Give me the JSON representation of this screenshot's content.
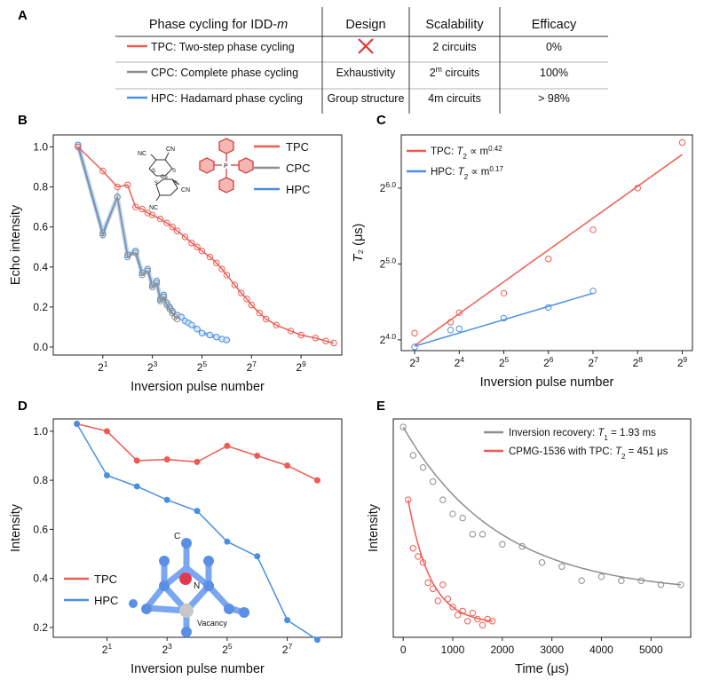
{
  "panel_labels": [
    "A",
    "B",
    "C",
    "D",
    "E"
  ],
  "colors": {
    "TPC": "#ee5b52",
    "CPC": "#8e8e8e",
    "HPC": "#4a90e2",
    "cross": "#e03030",
    "ir": "#8e8e8e"
  },
  "table": {
    "headers": [
      "Phase cycling for IDD-m",
      "Design",
      "Scalability",
      "Efficacy"
    ],
    "rows": [
      {
        "series": "TPC",
        "label": "TPC: Two-step phase cycling",
        "design": "",
        "design_icon": "cross-icon",
        "scalability": "2 circuits",
        "efficacy": "0%"
      },
      {
        "series": "CPC",
        "label": "CPC: Complete phase cycling",
        "design": "Exhaustivity",
        "scalability_base": "2",
        "scalability_sup": "m",
        "scalability_rest": " circuits",
        "efficacy": "100%"
      },
      {
        "series": "HPC",
        "label": "HPC: Hadamard phase cycling",
        "design": "Group structure",
        "scalability": "4m circuits",
        "efficacy": "> 98%"
      }
    ]
  },
  "chart_data": [
    {
      "panel": "B",
      "type": "line",
      "xlabel": "Inversion pulse number",
      "ylabel": "Echo intensity",
      "x_scale": "log2",
      "xlim": [
        0.5,
        1600
      ],
      "ylim": [
        -0.04,
        1.06
      ],
      "x_ticks": [
        2,
        8,
        32,
        128,
        512
      ],
      "x_tick_labels": [
        "2^1",
        "2^3",
        "2^5",
        "2^7",
        "2^9"
      ],
      "y_ticks": [
        0.0,
        0.2,
        0.4,
        0.6,
        0.8,
        1.0
      ],
      "y_tick_labels": [
        "0.0",
        "0.2",
        "0.4",
        "0.6",
        "0.8",
        "1.0"
      ],
      "legend": "top-right",
      "legend_labels": [
        "TPC",
        "CPC",
        "HPC"
      ],
      "series": [
        {
          "name": "TPC",
          "key": "TPC",
          "x": [
            1,
            2,
            3,
            4,
            5,
            6,
            7,
            8,
            10,
            12,
            14,
            16,
            20,
            24,
            28,
            32,
            40,
            48,
            56,
            64,
            80,
            96,
            112,
            128,
            160,
            192,
            256,
            384,
            512,
            768,
            1024,
            1280
          ],
          "y": [
            1.0,
            0.88,
            0.8,
            0.81,
            0.7,
            0.69,
            0.67,
            0.66,
            0.64,
            0.62,
            0.6,
            0.58,
            0.55,
            0.52,
            0.5,
            0.48,
            0.45,
            0.42,
            0.39,
            0.36,
            0.31,
            0.27,
            0.24,
            0.21,
            0.17,
            0.14,
            0.11,
            0.08,
            0.06,
            0.045,
            0.03,
            0.02
          ]
        },
        {
          "name": "CPC",
          "key": "CPC",
          "x": [
            1,
            2,
            3,
            4,
            5,
            6,
            7,
            8,
            9,
            10,
            11,
            12,
            13,
            14,
            15,
            16
          ],
          "y": [
            1.0,
            0.56,
            0.75,
            0.45,
            0.47,
            0.36,
            0.38,
            0.3,
            0.32,
            0.23,
            0.25,
            0.21,
            0.19,
            0.17,
            0.15,
            0.14
          ]
        },
        {
          "name": "HPC",
          "key": "HPC",
          "x": [
            1,
            2,
            3,
            4,
            5,
            6,
            7,
            8,
            9,
            10,
            11,
            12,
            13,
            14,
            16,
            18,
            20,
            22,
            24,
            28,
            32,
            40,
            48,
            56,
            64
          ],
          "y": [
            1.01,
            0.57,
            0.75,
            0.46,
            0.48,
            0.37,
            0.39,
            0.31,
            0.33,
            0.24,
            0.26,
            0.22,
            0.2,
            0.18,
            0.16,
            0.15,
            0.13,
            0.12,
            0.11,
            0.09,
            0.07,
            0.06,
            0.05,
            0.04,
            0.035
          ]
        }
      ]
    },
    {
      "panel": "C",
      "type": "scatter",
      "xlabel": "Inversion pulse number",
      "ylabel": "T₂ (μs)",
      "x_scale": "log2",
      "y_scale": "log2",
      "xlim": [
        6.5,
        600
      ],
      "ylim": [
        14.5,
        104
      ],
      "x_ticks": [
        8,
        16,
        32,
        64,
        128,
        256,
        512
      ],
      "x_tick_labels": [
        "2^3",
        "2^4",
        "2^5",
        "2^6",
        "2^7",
        "2^8",
        "2^9"
      ],
      "y_ticks": [
        16,
        32,
        64
      ],
      "y_tick_labels": [
        "2^4.0",
        "2^5.0",
        "2^6.0"
      ],
      "legend": "top-left",
      "legend_labels": [
        {
          "prefix": "TPC: ",
          "var": "T",
          "sub": "2",
          "mid": " ∝ m",
          "sup": "0.42"
        },
        {
          "prefix": "HPC: ",
          "var": "T",
          "sub": "2",
          "mid": " ∝ m",
          "sup": "0.17"
        }
      ],
      "series": [
        {
          "name": "TPC",
          "key": "TPC",
          "x": [
            8,
            14,
            16,
            32,
            64,
            128,
            256,
            512
          ],
          "y": [
            17.0,
            18.8,
            20.5,
            24.5,
            33.5,
            43.7,
            64.0,
            97.0
          ],
          "fit": {
            "exponent": 0.42,
            "x": [
              8,
              512
            ],
            "y": [
              15.2,
              87.0
            ]
          }
        },
        {
          "name": "HPC",
          "key": "HPC",
          "x": [
            8,
            14,
            16,
            32,
            64,
            128
          ],
          "y": [
            15.0,
            17.5,
            17.7,
            19.5,
            21.5,
            25.0
          ],
          "fit": {
            "exponent": 0.17,
            "x": [
              8,
              128
            ],
            "y": [
              15.1,
              24.5
            ]
          }
        }
      ]
    },
    {
      "panel": "D",
      "type": "line",
      "xlabel": "Inversion pulse number",
      "ylabel": "Intensity",
      "x_scale": "log2",
      "xlim": [
        0.58,
        450
      ],
      "ylim": [
        0.16,
        1.05
      ],
      "x_ticks": [
        2,
        8,
        32,
        128
      ],
      "x_tick_labels": [
        "2^1",
        "2^3",
        "2^5",
        "2^7"
      ],
      "y_ticks": [
        0.2,
        0.4,
        0.6,
        0.8,
        1.0
      ],
      "y_tick_labels": [
        "0.2",
        "0.4",
        "0.6",
        "0.8",
        "1.0"
      ],
      "legend": "bottom-left",
      "legend_labels": [
        "TPC",
        "HPC"
      ],
      "series": [
        {
          "name": "TPC",
          "key": "TPC",
          "x": [
            1,
            2,
            4,
            8,
            16,
            32,
            64,
            128,
            256
          ],
          "y": [
            1.03,
            1.0,
            0.88,
            0.885,
            0.875,
            0.94,
            0.9,
            0.86,
            0.8
          ]
        },
        {
          "name": "HPC",
          "key": "HPC",
          "x": [
            1,
            2,
            4,
            8,
            16,
            32,
            64,
            128,
            256
          ],
          "y": [
            1.03,
            0.82,
            0.775,
            0.72,
            0.675,
            0.55,
            0.49,
            0.23,
            0.15
          ]
        }
      ]
    },
    {
      "panel": "E",
      "type": "scatter",
      "xlabel": "Time (μs)",
      "ylabel": "Intensity",
      "xlim": [
        -200,
        5800
      ],
      "ylim": [
        -0.04,
        1.04
      ],
      "x_ticks": [
        0,
        1000,
        2000,
        3000,
        4000,
        5000
      ],
      "x_tick_labels": [
        "0",
        "1000",
        "2000",
        "3000",
        "4000",
        "5000"
      ],
      "legend": "top-right",
      "legend_labels": [
        {
          "prefix": "Inversion recovery: ",
          "var": "T",
          "sub": "1",
          "mid": " = 1.93 ms"
        },
        {
          "prefix": "CPMG-1536 with TPC: ",
          "var": "T",
          "sub": "2",
          "mid": " = 451 μs"
        }
      ],
      "series": [
        {
          "name": "Inversion recovery",
          "key": "ir",
          "x": [
            0,
            200,
            400,
            600,
            800,
            1000,
            1200,
            1400,
            1600,
            2000,
            2400,
            2800,
            3200,
            3600,
            4000,
            4400,
            4800,
            5200,
            5600
          ],
          "y": [
            1.0,
            0.86,
            0.8,
            0.73,
            0.64,
            0.57,
            0.55,
            0.47,
            0.47,
            0.42,
            0.41,
            0.33,
            0.31,
            0.24,
            0.26,
            0.24,
            0.24,
            0.22,
            0.22
          ],
          "fit": {
            "model": "exp",
            "tau": 1930,
            "x_range": [
              0,
              5600
            ]
          }
        },
        {
          "name": "CPMG-1536 with TPC",
          "key": "TPC",
          "x": [
            100,
            200,
            300,
            400,
            500,
            600,
            700,
            800,
            900,
            1000,
            1100,
            1200,
            1300,
            1400,
            1500,
            1600,
            1700,
            1800
          ],
          "y": [
            0.64,
            0.4,
            0.36,
            0.33,
            0.23,
            0.2,
            0.14,
            0.22,
            0.15,
            0.11,
            0.07,
            0.09,
            0.04,
            0.08,
            0.05,
            0.02,
            0.05,
            0.04
          ],
          "fit": {
            "model": "exp",
            "tau": 451,
            "x_range": [
              100,
              1800
            ]
          }
        }
      ]
    }
  ],
  "inset_d": {
    "atom_C": "C",
    "atom_N": "N",
    "vacancy": "Vacancy"
  },
  "inset_b": {
    "cn_labels": [
      "CN",
      "NC",
      "NC",
      "CN"
    ],
    "atom_S": "S",
    "atom_Cu": "Cu",
    "atom_P": "P"
  }
}
